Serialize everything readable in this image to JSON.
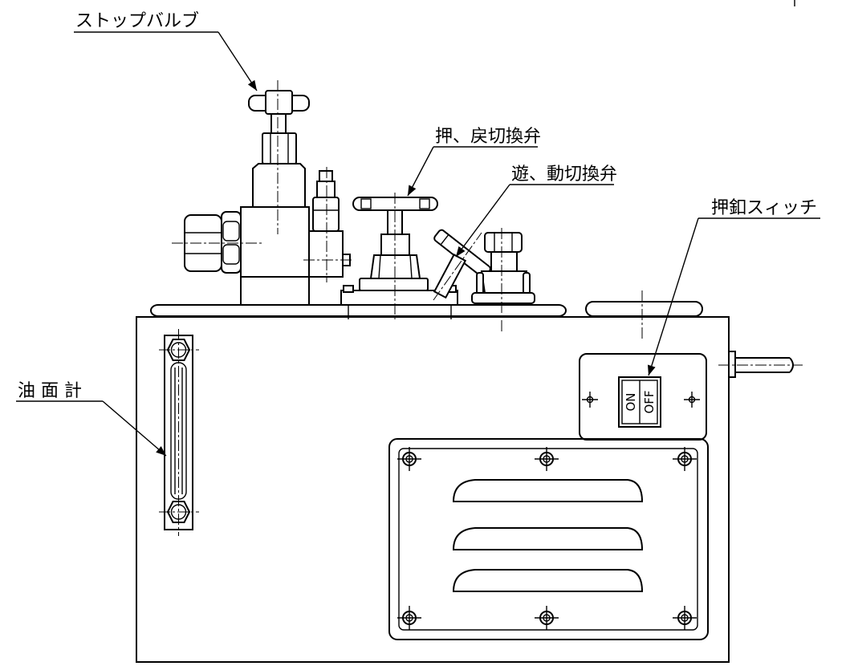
{
  "labels": {
    "stop_valve": "ストップバルブ",
    "push_return_valve": "押、戻切換弁",
    "float_drive_valve": "遊、動切換弁",
    "push_button_switch": "押釦スィッチ",
    "oil_level_gauge": "油 面 計"
  },
  "switch": {
    "on": "ON",
    "off": "OFF"
  }
}
